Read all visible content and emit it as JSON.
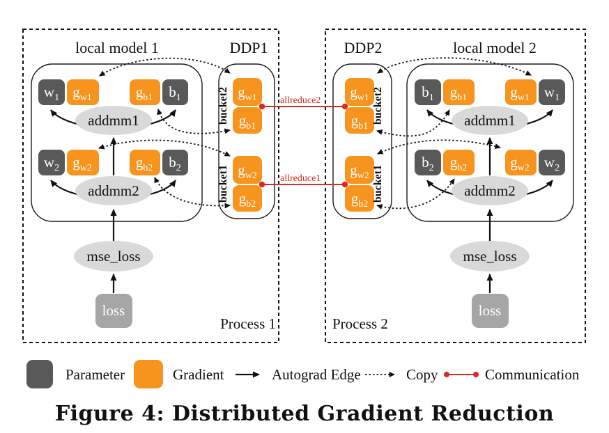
{
  "caption": "Figure 4: Distributed Gradient Reduction",
  "colors": {
    "parameter": "#595959",
    "gradient": "#F7941D",
    "operator": "#D9D9D9",
    "loss": "#A6A6A6",
    "communication": "#DB2B1E"
  },
  "legend": {
    "parameter": "Parameter",
    "gradient": "Gradient",
    "autograd_edge": "Autograd Edge",
    "copy": "Copy",
    "communication": "Communication"
  },
  "comm_links": [
    {
      "label": "allreduce2"
    },
    {
      "label": "allreduce1"
    }
  ],
  "processes": [
    {
      "label": "Process 1",
      "model_title": "local model 1",
      "ddp_title": "DDP1",
      "layers": [
        {
          "op": "addmm1",
          "nodes": [
            {
              "base": "w",
              "sub": "1",
              "kind": "parameter"
            },
            {
              "base": "g",
              "sub": "w1",
              "kind": "gradient"
            },
            {
              "base": "g",
              "sub": "b1",
              "kind": "gradient"
            },
            {
              "base": "b",
              "sub": "1",
              "kind": "parameter"
            }
          ]
        },
        {
          "op": "addmm2",
          "nodes": [
            {
              "base": "w",
              "sub": "2",
              "kind": "parameter"
            },
            {
              "base": "g",
              "sub": "w2",
              "kind": "gradient"
            },
            {
              "base": "g",
              "sub": "b2",
              "kind": "gradient"
            },
            {
              "base": "b",
              "sub": "2",
              "kind": "parameter"
            }
          ]
        }
      ],
      "loss_op": "mse_loss",
      "loss_node": "loss",
      "buckets": [
        {
          "label": "bucket2",
          "grads": [
            {
              "base": "g",
              "sub": "w1"
            },
            {
              "base": "g",
              "sub": "b1"
            }
          ]
        },
        {
          "label": "bucket1",
          "grads": [
            {
              "base": "g",
              "sub": "w2"
            },
            {
              "base": "g",
              "sub": "b2"
            }
          ]
        }
      ]
    },
    {
      "label": "Process 2",
      "model_title": "local model 2",
      "ddp_title": "DDP2",
      "layers": [
        {
          "op": "addmm1",
          "nodes": [
            {
              "base": "b",
              "sub": "1",
              "kind": "parameter"
            },
            {
              "base": "g",
              "sub": "b1",
              "kind": "gradient"
            },
            {
              "base": "g",
              "sub": "w1",
              "kind": "gradient"
            },
            {
              "base": "w",
              "sub": "1",
              "kind": "parameter"
            }
          ]
        },
        {
          "op": "addmm2",
          "nodes": [
            {
              "base": "b",
              "sub": "2",
              "kind": "parameter"
            },
            {
              "base": "g",
              "sub": "b2",
              "kind": "gradient"
            },
            {
              "base": "g",
              "sub": "w2",
              "kind": "gradient"
            },
            {
              "base": "w",
              "sub": "2",
              "kind": "parameter"
            }
          ]
        }
      ],
      "loss_op": "mse_loss",
      "loss_node": "loss",
      "buckets": [
        {
          "label": "bucket2",
          "grads": [
            {
              "base": "g",
              "sub": "w1"
            },
            {
              "base": "g",
              "sub": "b1"
            }
          ]
        },
        {
          "label": "bucket1",
          "grads": [
            {
              "base": "g",
              "sub": "w2"
            },
            {
              "base": "g",
              "sub": "b2"
            }
          ]
        }
      ]
    }
  ]
}
